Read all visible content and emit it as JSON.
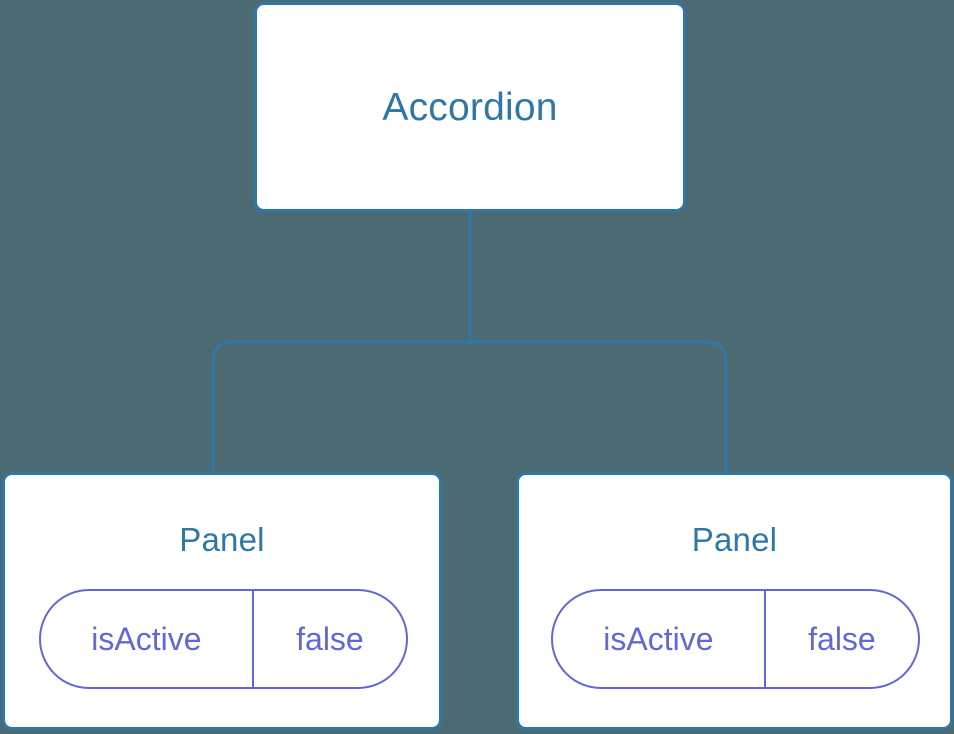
{
  "diagram": {
    "type": "component-tree",
    "background_color": "#4c6a72",
    "node_border_color": "#2e77a6",
    "node_fill_color": "#ffffff",
    "title_color": "#2e77a6",
    "prop_color": "#6366d8",
    "link_color": "#2e77a6",
    "root": {
      "title": "Accordion"
    },
    "children": [
      {
        "title": "Panel",
        "prop_key": "isActive",
        "prop_value": "false"
      },
      {
        "title": "Panel",
        "prop_key": "isActive",
        "prop_value": "false"
      }
    ]
  }
}
